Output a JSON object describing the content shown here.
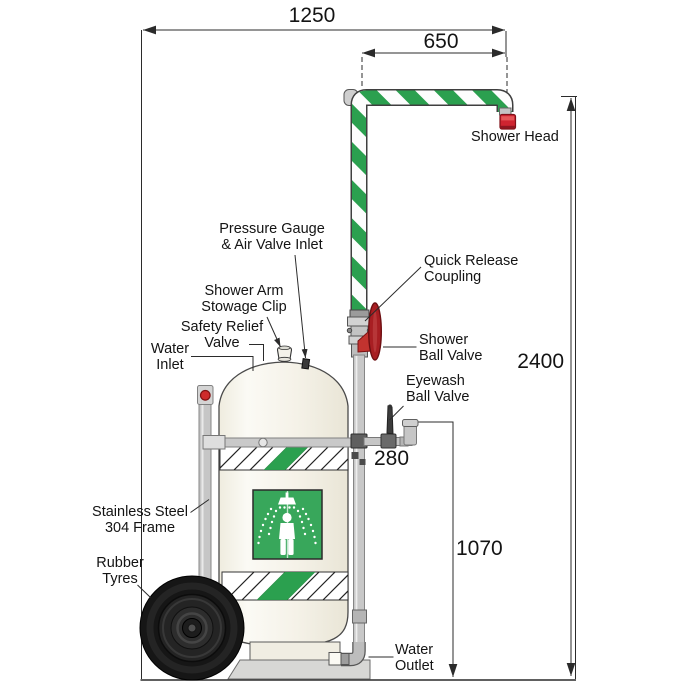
{
  "diagram": {
    "type": "technical-dimension-drawing",
    "subject": "Mobile self-contained emergency safety shower and eyewash unit, side elevation"
  },
  "dims": {
    "overall_length": "1250",
    "shower_arm_reach": "650",
    "overall_height": "2400",
    "eyewash_reach": "280",
    "eyewash_height": "1070"
  },
  "labels": {
    "shower_head": "Shower Head",
    "pressure_gauge": "Pressure Gauge\n& Air Valve Inlet",
    "quick_release": "Quick Release\nCoupling",
    "stowage_clip": "Shower Arm\nStowage Clip",
    "safety_relief": "Safety Relief\nValve",
    "water_inlet": "Water\nInlet",
    "shower_ball_valve": "Shower\nBall Valve",
    "eyewash_ball_valve": "Eyewash\nBall Valve",
    "frame": "Stainless Steel\n304 Frame",
    "tyres": "Rubber\nTyres",
    "water_outlet": "Water\nOutlet"
  },
  "colors": {
    "stripe_green": "#2ba04f",
    "sign_green": "#38a75b",
    "valve_red": "#a81e22",
    "shower_head_red": "#cf2430",
    "knob_red": "#cf2b2b",
    "tank_ivory": "#f5f2e8",
    "pipe_gray": "#c8c8c8",
    "tyre_black": "#161616",
    "line_color": "#2b2b2b"
  }
}
